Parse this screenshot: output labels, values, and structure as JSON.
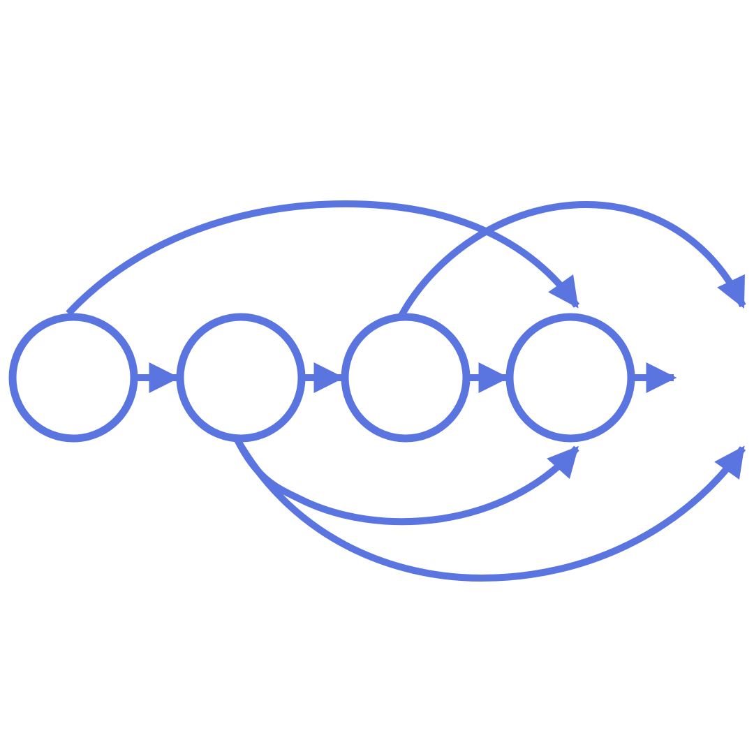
{
  "diagram": {
    "colors": {
      "stroke": "#5A75E0",
      "background": "#FFFFFF",
      "node_fill": "#FFFFFF"
    },
    "nodes": [
      {
        "id": "n1"
      },
      {
        "id": "n2"
      },
      {
        "id": "n3"
      },
      {
        "id": "n4"
      }
    ],
    "edges": [
      {
        "from": "n1",
        "to": "n2",
        "kind": "straight"
      },
      {
        "from": "n2",
        "to": "n3",
        "kind": "straight"
      },
      {
        "from": "n3",
        "to": "n4",
        "kind": "straight"
      },
      {
        "from": "n4",
        "to": "outside-right",
        "kind": "straight"
      },
      {
        "from": "n1",
        "to": "n4",
        "kind": "arc-over"
      },
      {
        "from": "n3",
        "to": "outside-right",
        "kind": "arc-over"
      },
      {
        "from": "n2",
        "to": "n4",
        "kind": "arc-under"
      },
      {
        "from": "n2",
        "to": "outside-right",
        "kind": "arc-under"
      }
    ]
  }
}
